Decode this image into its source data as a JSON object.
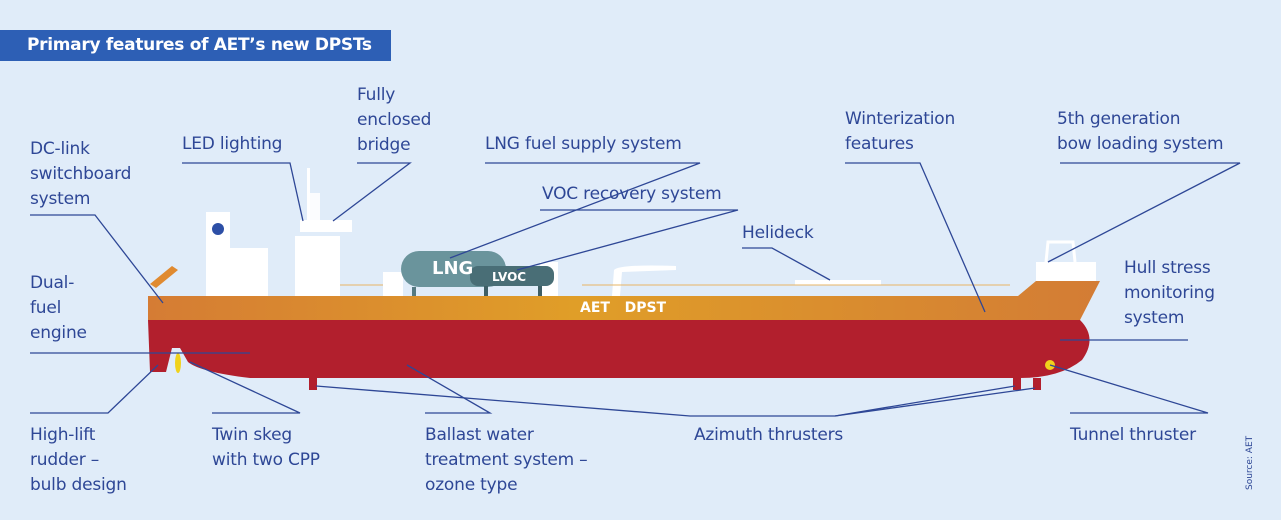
{
  "title": "Primary features of AET’s new DPSTs",
  "hull_label": "AET   DPST",
  "tank_labels": {
    "lng": "LNG",
    "lvoc": "LVOC"
  },
  "source": "Source: AET",
  "labels": {
    "dc_link": "DC-link\nswitchboard\nsystem",
    "led": "LED lighting",
    "bridge": "Fully\nenclosed\nbridge",
    "lng_fuel": "LNG fuel supply system",
    "voc": "VOC recovery system",
    "helideck": "Helideck",
    "winterization": "Winterization\nfeatures",
    "bow_loading": "5th generation\nbow loading system",
    "hull_stress": "Hull stress\nmonitoring\nsystem",
    "dual_fuel": "Dual-\nfuel\nengine",
    "rudder": "High-lift\nrudder –\nbulb design",
    "twin_skeg": "Twin skeg\nwith two CPP",
    "ballast": "Ballast water\ntreatment system –\nozone type",
    "azimuth": "Azimuth thrusters",
    "tunnel": "Tunnel thruster"
  },
  "colors": {
    "background": "#e0ecf9",
    "title_bar": "#2d5fb5",
    "label_text": "#2e4796",
    "hull": "#b21f2d",
    "deck_band": "#dc902c",
    "superstructure": "#ffffff",
    "tank": "#6a949c"
  }
}
